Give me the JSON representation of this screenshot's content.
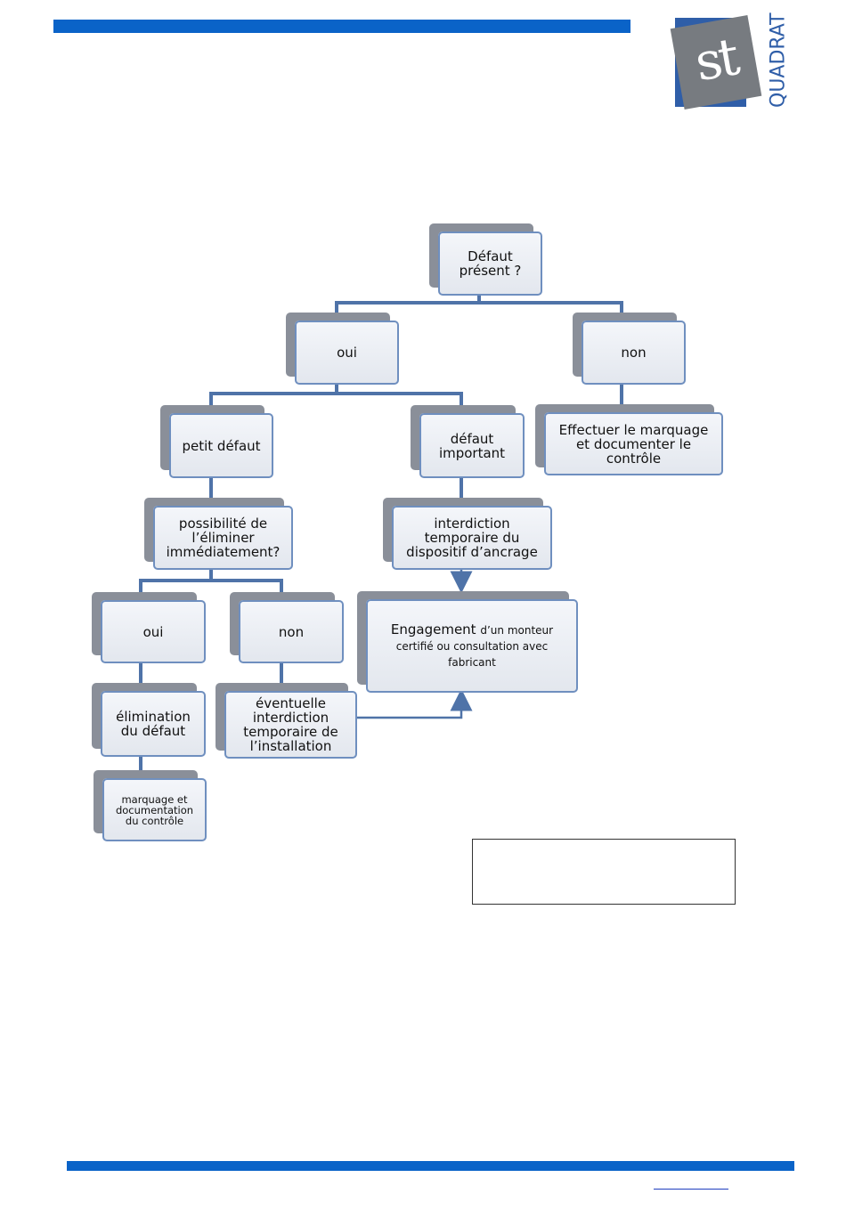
{
  "logo": {
    "mark": "st",
    "wordmark": "QUADRAT",
    "colors": {
      "square": "#777b80",
      "back_square": "#2f5ea8",
      "text": "#2f5ea8"
    }
  },
  "colors": {
    "bar": "#0a63c8",
    "connector": "#4f73a8",
    "node_border": "#6f8fbf",
    "node_shadow": "#8a8f99"
  },
  "diagram": {
    "root": "Défaut présent ?",
    "oui": "oui",
    "non": "non",
    "effectuer": "Effectuer le marquage et documenter le contrôle",
    "petit": "petit défaut",
    "important": "défaut important",
    "possibilite": "possibilité de l’éliminer immédiatement?",
    "interdiction_temp": "interdiction temporaire du dispositif d’ancrage",
    "oui2": "oui",
    "non2": "non",
    "engagement_bold": "Engagement",
    "engagement_rest": "d’un monteur certifié ou consultation avec fabricant",
    "elimination": "élimination du défaut",
    "eventuelle": "éventuelle interdiction temporaire de l’installation",
    "marquage": "marquage et documentation du contrôle"
  },
  "footer": {
    "link": ""
  }
}
